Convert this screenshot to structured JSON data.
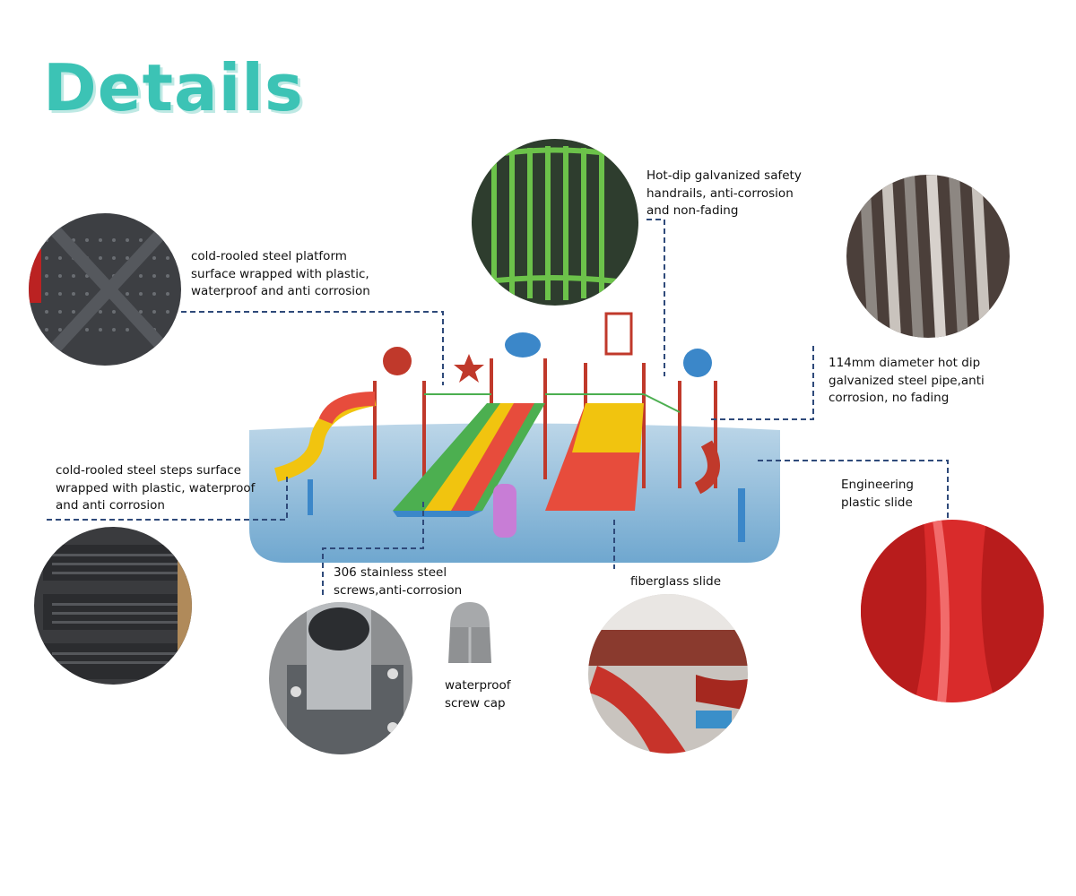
{
  "title": "Details",
  "colors": {
    "title": "#3cc3b5",
    "connector": "#2f4a7a"
  },
  "callouts": {
    "platform": "cold-rooled steel platform\nsurface wrapped with plastic,\nwaterproof and anti corrosion",
    "handrails": "Hot-dip galvanized safety\nhandrails, anti-corrosion\nand non-fading",
    "pipe": "114mm diameter hot dip\ngalvanized steel pipe,anti\ncorrosion, no fading",
    "steps": "cold-rooled steel steps surface\nwrapped with plastic, waterproof\nand anti corrosion",
    "engineering_slide": "Engineering\nplastic slide",
    "screws": "306 stainless steel\nscrews,anti-corrosion",
    "fiberglass_slide": "fiberglass slide",
    "screw_cap": "waterproof\nscrew cap"
  },
  "icons": [
    "platform-photo",
    "handrail-photo",
    "pipe-photo",
    "steps-photo",
    "slide-photo",
    "screw-photo",
    "screw-cap-icon",
    "fiberglass-photo",
    "playground-illustration"
  ]
}
